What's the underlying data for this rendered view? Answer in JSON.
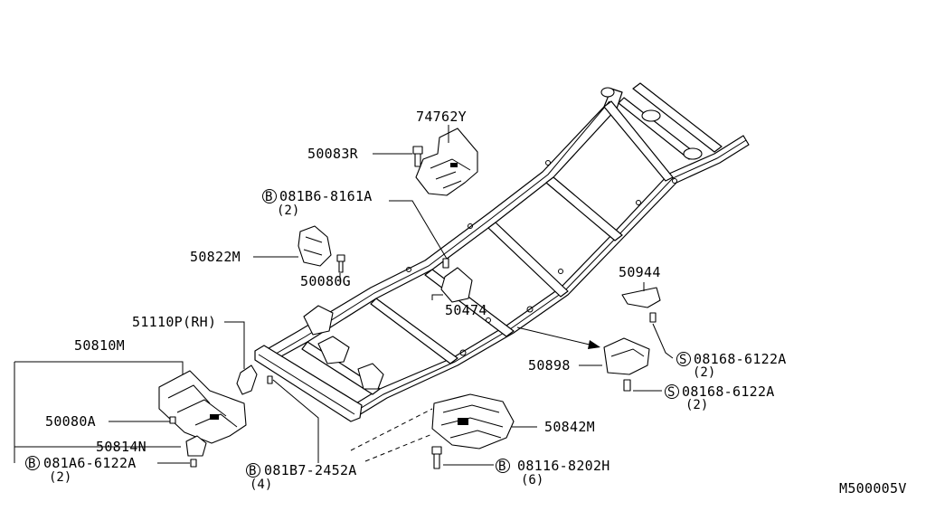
{
  "diagram": {
    "code": "M500005V",
    "labels": {
      "p74762y": "74762Y",
      "p50083r": "50083R",
      "p081b6_8161a": "081B6-8161A",
      "q081b6_8161a": "(2)",
      "p50822m": "50822M",
      "p50080g": "50080G",
      "p50474": "50474",
      "p51110p": "51110P(RH)",
      "p50810m": "50810M",
      "p50080a": "50080A",
      "p50814n": "50814N",
      "p081a6_6122a": "081A6-6122A",
      "q081a6_6122a": "(2)",
      "p081b7_2452a": "081B7-2452A",
      "q081b7_2452a": "(4)",
      "p50842m": "50842M",
      "p08116_8202h": "08116-8202H",
      "q08116_8202h": "(6)",
      "p50944": "50944",
      "p08168_6122a_1": "08168-6122A",
      "q08168_6122a_1": "(2)",
      "p50898": "50898",
      "p08168_6122a_2": "08168-6122A",
      "q08168_6122a_2": "(2)"
    },
    "prefix_b": "B",
    "prefix_s": "S"
  }
}
